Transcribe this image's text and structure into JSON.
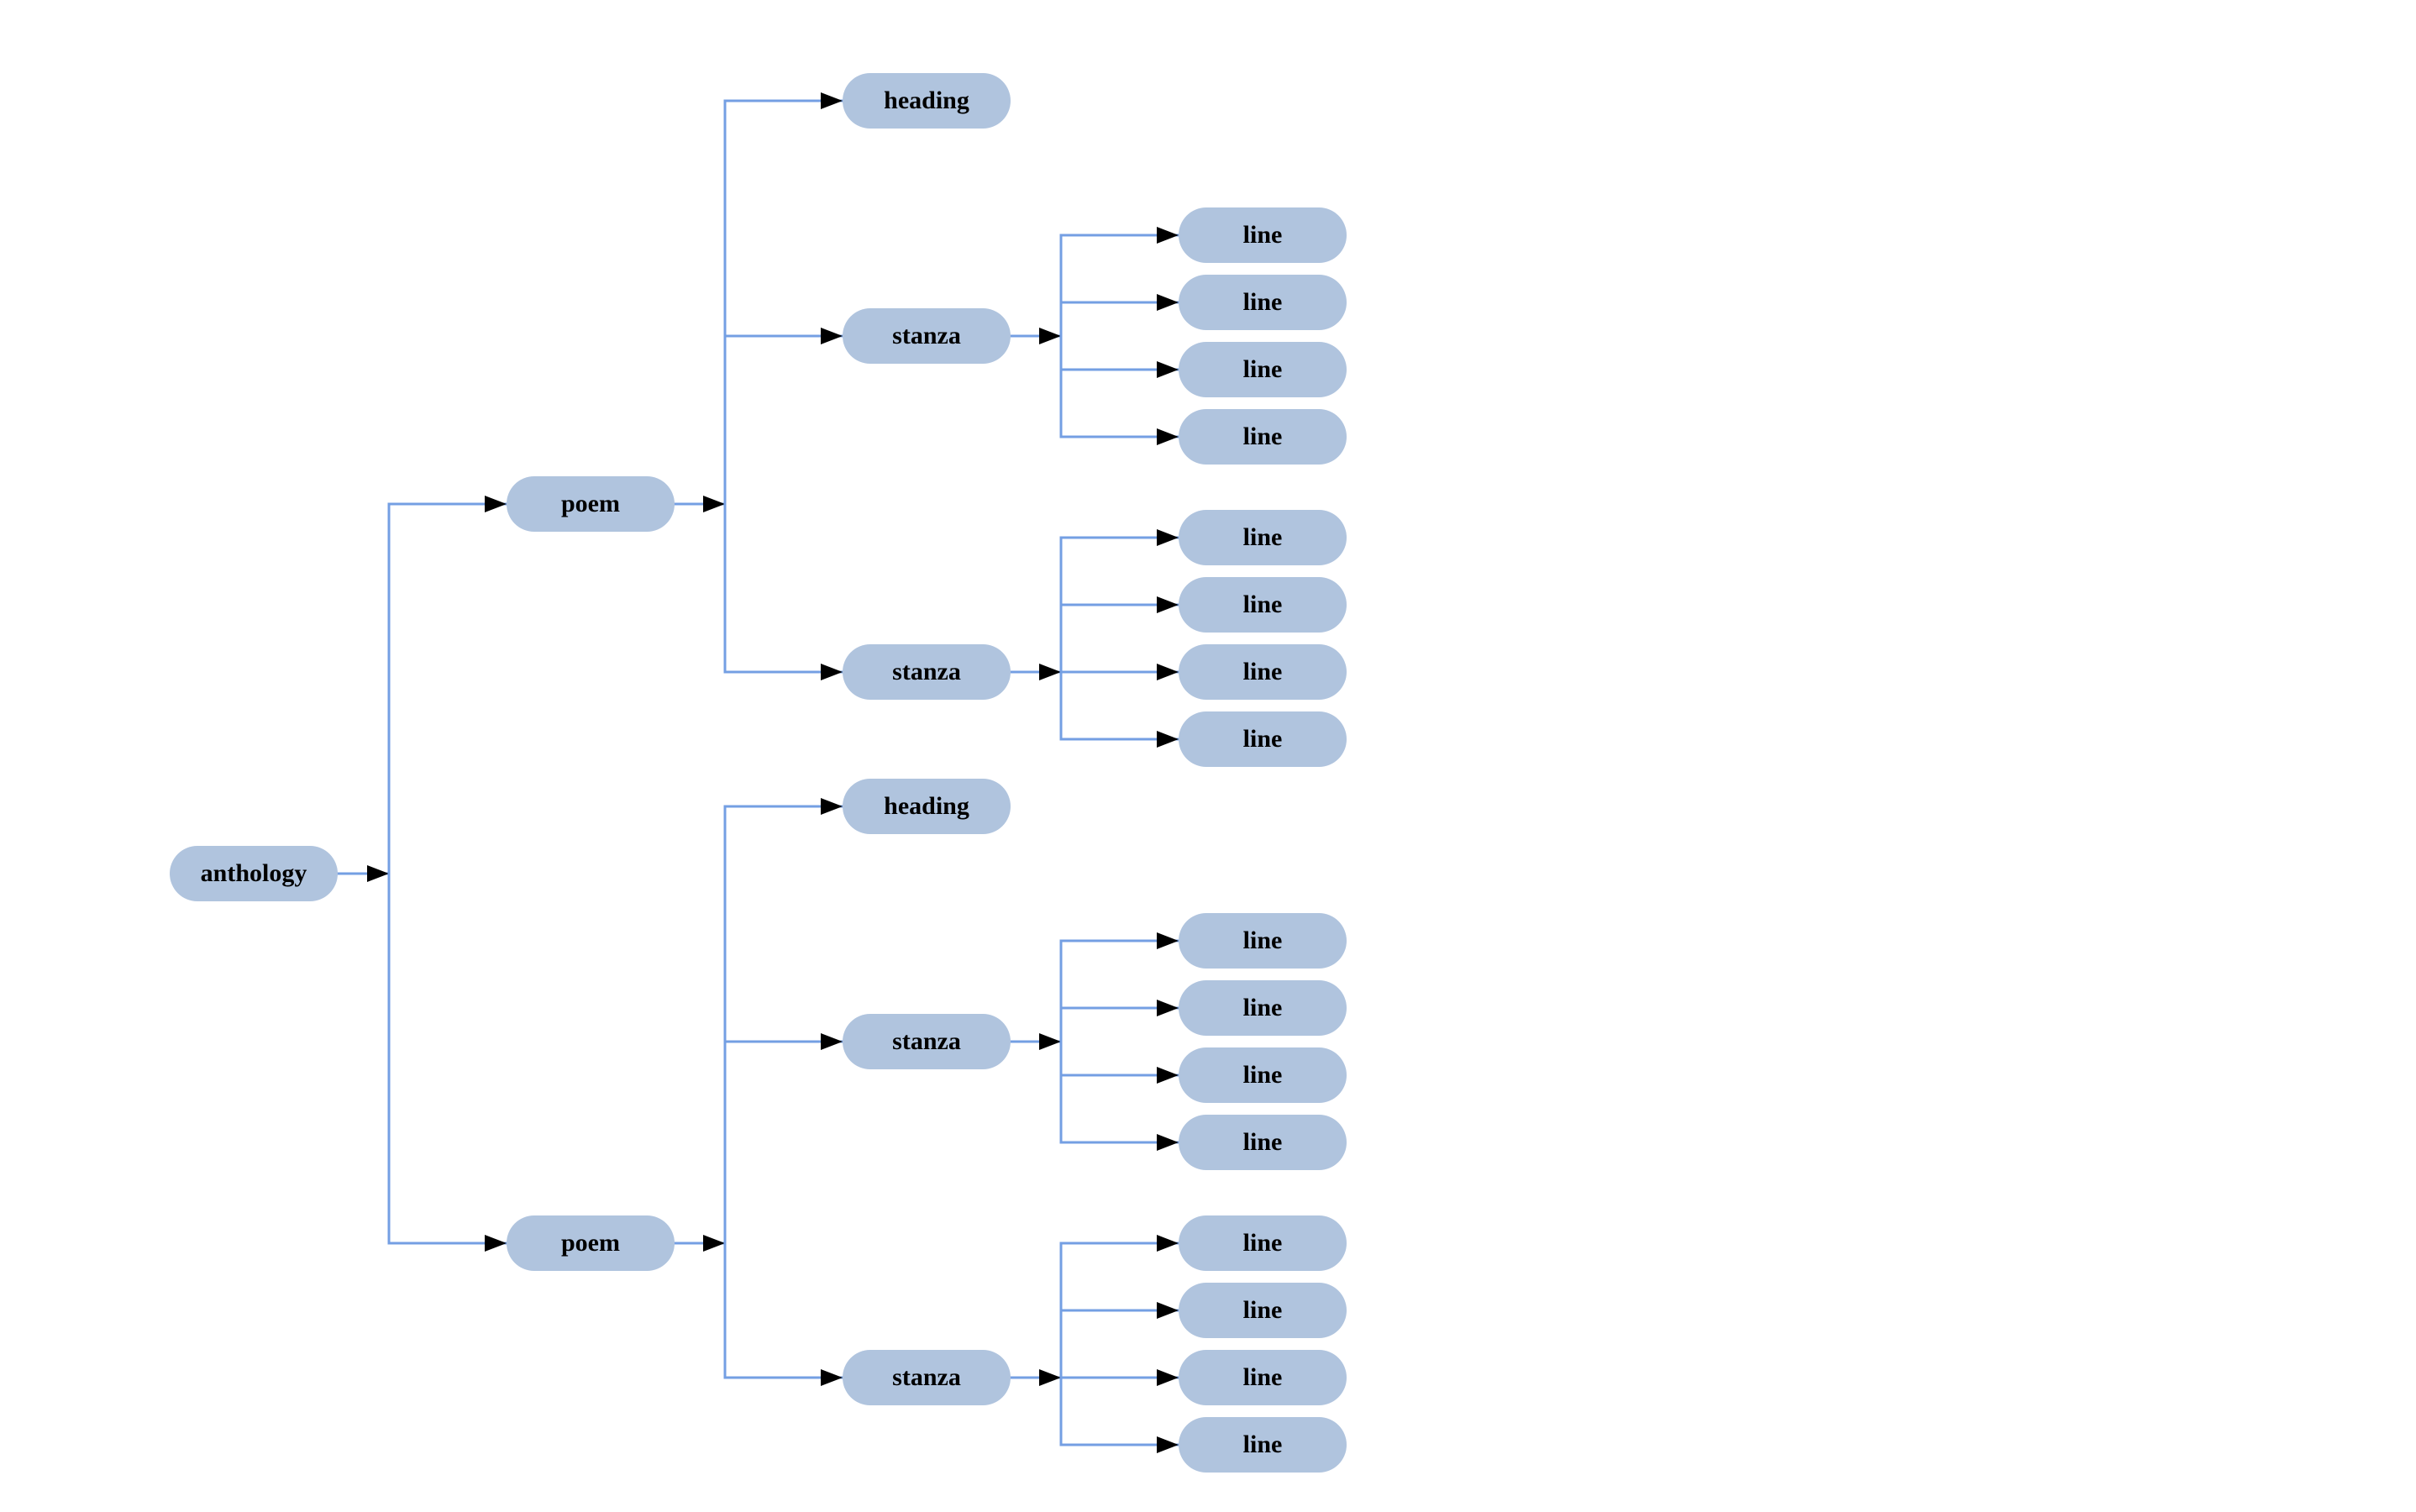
{
  "diagram": {
    "type": "tree",
    "orientation": "left-to-right",
    "node_labels": {
      "anthology": "anthology",
      "poem": "poem",
      "heading": "heading",
      "stanza": "stanza",
      "line": "line"
    },
    "hierarchy": {
      "label": "anthology",
      "children": [
        {
          "label": "poem",
          "children": [
            {
              "label": "heading",
              "children": []
            },
            {
              "label": "stanza",
              "children": [
                {
                  "label": "line"
                },
                {
                  "label": "line"
                },
                {
                  "label": "line"
                },
                {
                  "label": "line"
                }
              ]
            },
            {
              "label": "stanza",
              "children": [
                {
                  "label": "line"
                },
                {
                  "label": "line"
                },
                {
                  "label": "line"
                },
                {
                  "label": "line"
                }
              ]
            }
          ]
        },
        {
          "label": "poem",
          "children": [
            {
              "label": "heading",
              "children": []
            },
            {
              "label": "stanza",
              "children": [
                {
                  "label": "line"
                },
                {
                  "label": "line"
                },
                {
                  "label": "line"
                },
                {
                  "label": "line"
                }
              ]
            },
            {
              "label": "stanza",
              "children": [
                {
                  "label": "line"
                },
                {
                  "label": "line"
                },
                {
                  "label": "line"
                },
                {
                  "label": "line"
                }
              ]
            }
          ]
        }
      ]
    },
    "colors": {
      "node_fill": "#b0c4de",
      "edge_line": "#749fe3",
      "arrowhead": "#000000",
      "text": "#000000",
      "background": "#ffffff"
    }
  }
}
